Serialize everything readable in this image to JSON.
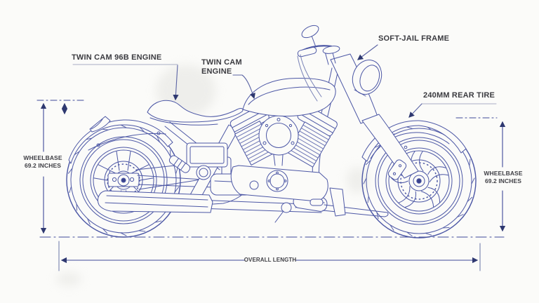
{
  "labels": {
    "engine_top": "TWIN CAM 96B ENGINE",
    "engine_mid_line1": "TWIN CAM",
    "engine_mid_line2": "ENGINE",
    "frame": "SOFT-JAIL FRAME",
    "rear_tire": "240MM REAR TIRE"
  },
  "dimensions": {
    "wheelbase_left": {
      "line1": "WHEELBASE",
      "line2": "69.2 INCHES"
    },
    "wheelbase_right": {
      "line1": "WHEELBASE",
      "line2": "69.2 INCHES"
    },
    "overall_length": "OVERALL LENGTH"
  },
  "colors": {
    "background": "#fbfbf9",
    "ink": "#4c57a5",
    "fin_ink": "#6d76b5",
    "dimension": "#3f4a99",
    "leader_light": "#a9aec5",
    "arrowhead": "#2e3870",
    "label_text": "#3b3b40"
  }
}
